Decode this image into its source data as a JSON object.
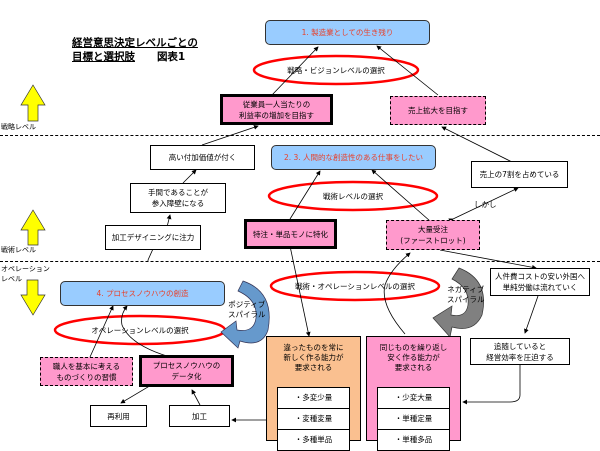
{
  "title": {
    "line1": "経営意思決定レベルごとの",
    "line2": "目標と選択肢",
    "figure": "図表1"
  },
  "levels": {
    "strategic": "戦略レベル",
    "tactical": "戦術レベル",
    "operation_line1": "オペレーション",
    "operation_line2": "レベル"
  },
  "goals": {
    "goal1": "1. 製造業としての生き残り",
    "goal23": "2. 3. 人間的な創造性のある仕事をしたい",
    "goal4": "4. プロセスノウハウの創造"
  },
  "selections": {
    "strategy": "戦略・ビジョンレベルの選択",
    "tactics": "戦術レベルの選択",
    "tactics_operation": "戦術・オペレーションレベルの選択",
    "operation": "オペレーションレベルの選択"
  },
  "nodes": {
    "profit_per_employee": [
      "従業員一人当たりの",
      "利益率の増加を目指す"
    ],
    "sales_expansion": "売上拡大を目指す",
    "high_value": "高い付加価値が付く",
    "entry_barrier": [
      "手間であることが",
      "参入障壁になる"
    ],
    "processing_design": "加工デザイニングに注力",
    "custom_single": "特注・単品モノに特化",
    "mass_order": [
      "大量受注",
      "(ファーストロット)"
    ],
    "sales_70": "売上の7割を占めている",
    "however": "しかし",
    "overseas": [
      "人件費コストの安い外国へ",
      "単純労働は流れていく"
    ],
    "follow": [
      "追随していると",
      "経営効率を圧迫する"
    ],
    "craftsman": [
      "職人を基本に考える",
      "ものづくりの習慣"
    ],
    "process_data": [
      "プロセスノウハウの",
      "データ化"
    ],
    "reuse": "再利用",
    "processing": "加工"
  },
  "spirals": {
    "positive": [
      "ポジティブ",
      "スパイラル"
    ],
    "negative": [
      "ネガティブ",
      "スパイラル"
    ]
  },
  "capabilities": {
    "new": {
      "header": [
        "違ったものを常に",
        "新しく作る能力が",
        "要求される"
      ],
      "items": [
        "・多変少量",
        "・変種変量",
        "・多種単品"
      ]
    },
    "repeat": {
      "header": [
        "同じものを繰り返し",
        "安く作る能力が",
        "要求される"
      ],
      "items": [
        "・少変大量",
        "・単種定量",
        "・単種多品"
      ]
    }
  },
  "colors": {
    "goal_fill": "#99ccff",
    "goal_text": "#e8402a",
    "node_pink": "#ff99cc",
    "capability_orange": "#fac090",
    "ellipse_red": "#ff0000",
    "level_arrow_yellow": "#ffff00",
    "positive_spiral": "#6699cc",
    "negative_spiral": "#808080"
  }
}
